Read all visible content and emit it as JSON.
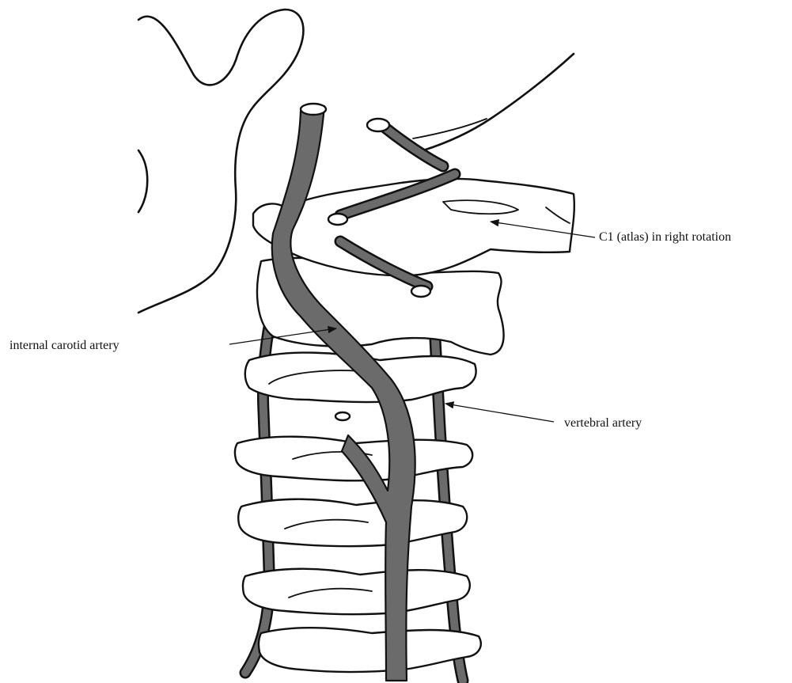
{
  "labels": {
    "c1": "C1 (atlas) in right rotation",
    "internal_carotid": "internal carotid artery",
    "vertebral": "vertebral artery"
  },
  "colors": {
    "vessel_fill": "#6b6b6b",
    "ink": "#111111",
    "bone_fill": "#ffffff"
  }
}
